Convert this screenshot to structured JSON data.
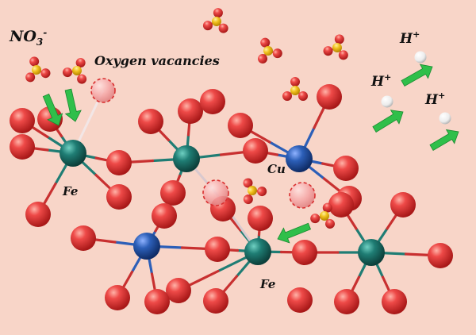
{
  "background_color": "#f8d5c8",
  "colors": {
    "oxygen": "#e03a3a",
    "iron": "#1f7d74",
    "copper": "#2c5fb8",
    "nitrogen": "#f2c21f",
    "vacancy": "#f5a6a6",
    "arrow": "#2fbf4a",
    "proton": "#f4f4f4"
  },
  "labels": {
    "nitrate": "NO",
    "nitrate_sub": "3",
    "nitrate_sup": "-",
    "vacancies": "Oxygen vacancies",
    "proton": "H",
    "proton_sup": "+",
    "fe": "Fe",
    "cu": "Cu"
  },
  "icons": [
    "nitrate-molecule",
    "oxygen-vacancy",
    "proton",
    "arrow"
  ]
}
